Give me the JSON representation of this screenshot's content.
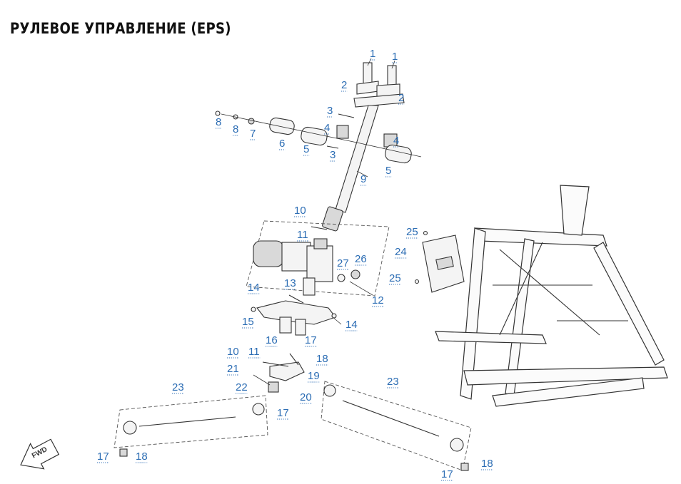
{
  "title": "РУЛЕВОЕ УПРАВЛЕНИЕ (EPS)",
  "fwd_label": "FWD",
  "callouts": [
    "1",
    "1",
    "2",
    "2",
    "3",
    "3",
    "4",
    "4",
    "5",
    "5",
    "6",
    "7",
    "8",
    "8",
    "9",
    "10",
    "10",
    "11",
    "11",
    "12",
    "13",
    "14",
    "14",
    "15",
    "16",
    "17",
    "17",
    "17",
    "17",
    "18",
    "18",
    "18",
    "19",
    "20",
    "21",
    "22",
    "23",
    "23",
    "24",
    "25",
    "25",
    "26",
    "27"
  ],
  "icons": {
    "fwd_arrow": "fwd-arrow-icon"
  }
}
